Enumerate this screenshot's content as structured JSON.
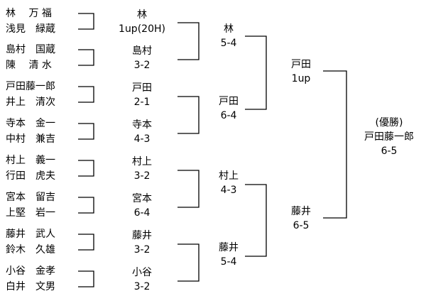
{
  "players": [
    "林　 万 福",
    "浅見　緑蔵",
    "島村　国蔵",
    "陳　 清 水",
    "戸田藤一郎",
    "井上　清次",
    "寺本　金一",
    "中村　兼吉",
    "村上　義一",
    "行田　虎夫",
    "宮本　留吉",
    "上堅　岩一",
    "藤井　武人",
    "鈴木　久雄",
    "小谷　金孝",
    "白井　文男"
  ],
  "round1": [
    {
      "winner": "林",
      "score": "1up(20H)"
    },
    {
      "winner": "島村",
      "score": "3-2"
    },
    {
      "winner": "戸田",
      "score": "2-1"
    },
    {
      "winner": "寺本",
      "score": "4-3"
    },
    {
      "winner": "村上",
      "score": "3-2"
    },
    {
      "winner": "宮本",
      "score": "6-4"
    },
    {
      "winner": "藤井",
      "score": "3-2"
    },
    {
      "winner": "小谷",
      "score": "3-2"
    }
  ],
  "quarterfinal": [
    {
      "winner": "林",
      "score": "5-4"
    },
    {
      "winner": "戸田",
      "score": "6-4"
    },
    {
      "winner": "村上",
      "score": "4-3"
    },
    {
      "winner": "藤井",
      "score": "5-4"
    }
  ],
  "semifinal": [
    {
      "winner": "戸田",
      "score": "1up"
    },
    {
      "winner": "藤井",
      "score": "6-5"
    }
  ],
  "final": {
    "label": "(優勝)",
    "winner": "戸田藤一郎",
    "score": "6-5"
  }
}
